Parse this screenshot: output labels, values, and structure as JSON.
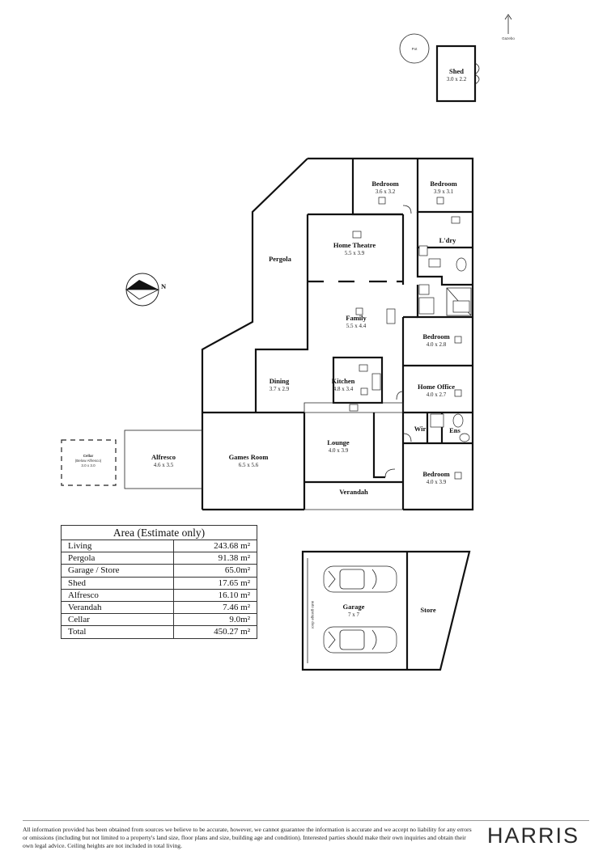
{
  "rooms": {
    "shed": {
      "name": "Shed",
      "dim": "3.0 x 2.2"
    },
    "bedroom1": {
      "name": "Bedroom",
      "dim": "3.6 x 3.2"
    },
    "bedroom2": {
      "name": "Bedroom",
      "dim": "3.9 x 3.1"
    },
    "home_theatre": {
      "name": "Home Theatre",
      "dim": "5.5 x 3.9"
    },
    "laundry": {
      "name": "L'dry"
    },
    "pergola": {
      "name": "Pergola"
    },
    "family": {
      "name": "Family",
      "dim": "5.5 x 4.4"
    },
    "bedroom3": {
      "name": "Bedroom",
      "dim": "4.0 x 2.8"
    },
    "dining": {
      "name": "Dining",
      "dim": "3.7 x 2.9"
    },
    "kitchen": {
      "name": "Kitchen",
      "dim": "4.8 x 3.4"
    },
    "home_office": {
      "name": "Home Office",
      "dim": "4.0 x 2.7"
    },
    "wir": {
      "name": "Wir"
    },
    "ens": {
      "name": "Ens"
    },
    "cellar": {
      "name": "Cellar",
      "sub": "(Below Alfresco)",
      "dim": "3.0 x 3.0"
    },
    "alfresco": {
      "name": "Alfresco",
      "dim": "4.6 x 3.5"
    },
    "games_room": {
      "name": "Games Room",
      "dim": "6.5 x 5.6"
    },
    "lounge": {
      "name": "Lounge",
      "dim": "4.0 x 3.9"
    },
    "bedroom4": {
      "name": "Bedroom",
      "dim": "4.0 x 3.9"
    },
    "verandah": {
      "name": "Verandah"
    },
    "garage": {
      "name": "Garage",
      "dim": "7 x 7"
    },
    "store": {
      "name": "Store"
    }
  },
  "labels": {
    "gazebo": "Gazebo",
    "pot": "Pot",
    "north": "N",
    "garage_door": "auto garage door"
  },
  "area_table": {
    "title": "Area (Estimate only)",
    "rows": [
      {
        "label": "Living",
        "value": "243.68 m²"
      },
      {
        "label": "Pergola",
        "value": "91.38 m²"
      },
      {
        "label": "Garage / Store",
        "value": "65.0m²"
      },
      {
        "label": "Shed",
        "value": "17.65 m²"
      },
      {
        "label": "Alfresco",
        "value": "16.10 m²"
      },
      {
        "label": "Verandah",
        "value": "7.46 m²"
      },
      {
        "label": "Cellar",
        "value": "9.0m²"
      },
      {
        "label": "Total",
        "value": "450.27 m²"
      }
    ]
  },
  "footer": {
    "disclaimer": "All information provided has been obtained from sources we believe to be accurate, however, we cannot guarantee the information is accurate and we accept no liability for any errors or omissions (including but not limited to a property's land size, floor plans and size, building age and condition). Interested parties should make their own inquiries and obtain their own legal advice. Ceiling heights are not included in total living.",
    "brand": "HARRIS"
  }
}
